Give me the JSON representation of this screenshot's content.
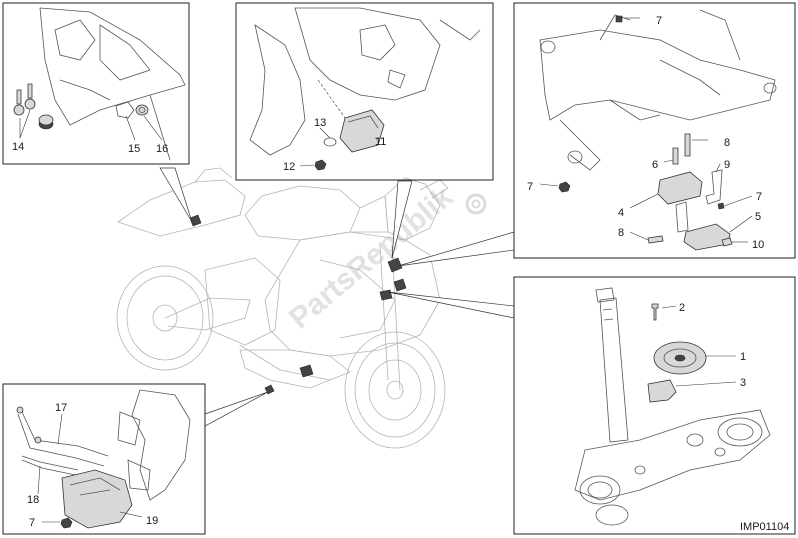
{
  "drawing_code": "IMP01104",
  "watermark": "PartsRepublik",
  "callouts": {
    "tl": [
      "14",
      "15",
      "16"
    ],
    "tc": [
      "13",
      "11",
      "12"
    ],
    "tr": [
      "7",
      "8",
      "6",
      "9",
      "7",
      "7",
      "4",
      "5",
      "8",
      "10"
    ],
    "br": [
      "2",
      "1",
      "3"
    ],
    "bl": [
      "17",
      "18",
      "19",
      "7"
    ]
  }
}
